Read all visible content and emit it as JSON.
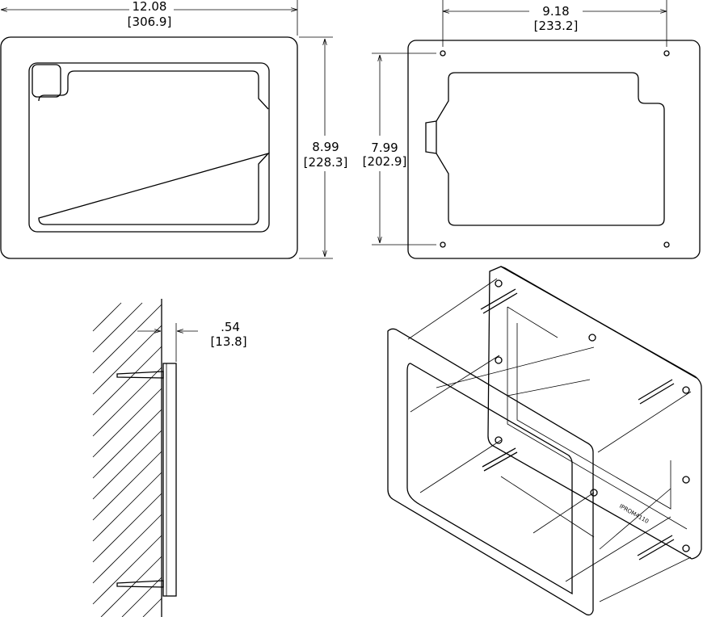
{
  "front_view": {
    "width_in": "12.08",
    "width_mm": "[306.9]",
    "height_in": "8.99",
    "height_mm": "[228.3]"
  },
  "back_view": {
    "hole_spacing_w_in": "9.18",
    "hole_spacing_w_mm": "[233.2]",
    "hole_spacing_h_in": "7.99",
    "hole_spacing_h_mm": "[202.9]"
  },
  "side_view": {
    "depth_in": ".54",
    "depth_mm": "[13.8]"
  },
  "isometric_view": {
    "part_label": "IPROM4110"
  }
}
